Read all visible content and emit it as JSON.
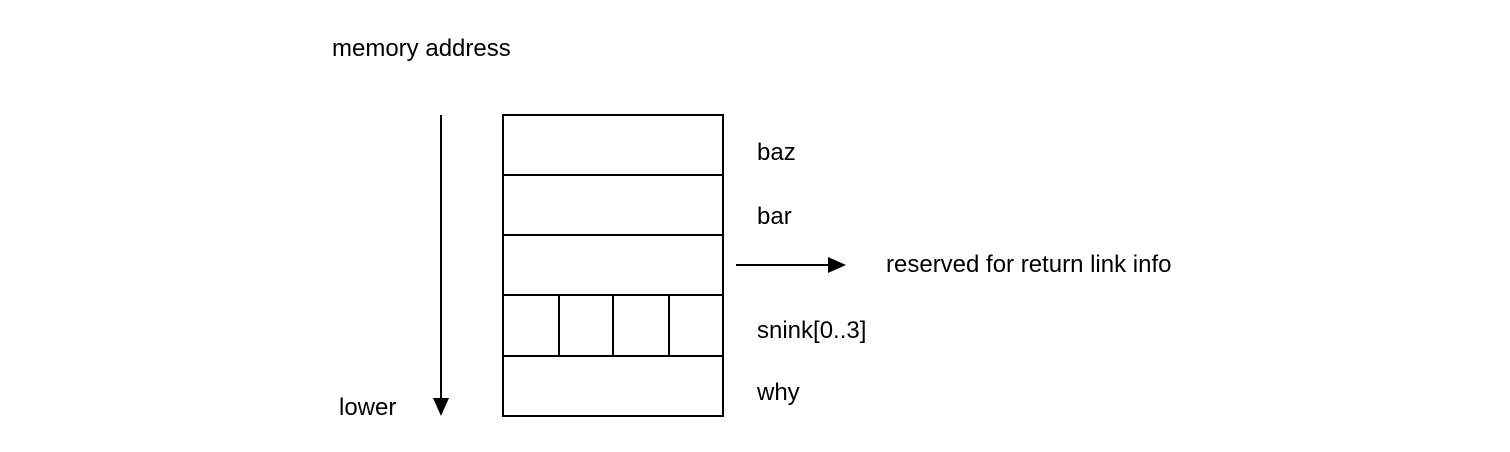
{
  "diagram": {
    "axis_label": "memory address",
    "direction_label": "lower",
    "rows": [
      {
        "label": "baz"
      },
      {
        "label": "bar"
      },
      {
        "label": ""
      },
      {
        "label": "snink[0..3]"
      },
      {
        "label": "why"
      }
    ],
    "annotation": "reserved for return link info"
  }
}
